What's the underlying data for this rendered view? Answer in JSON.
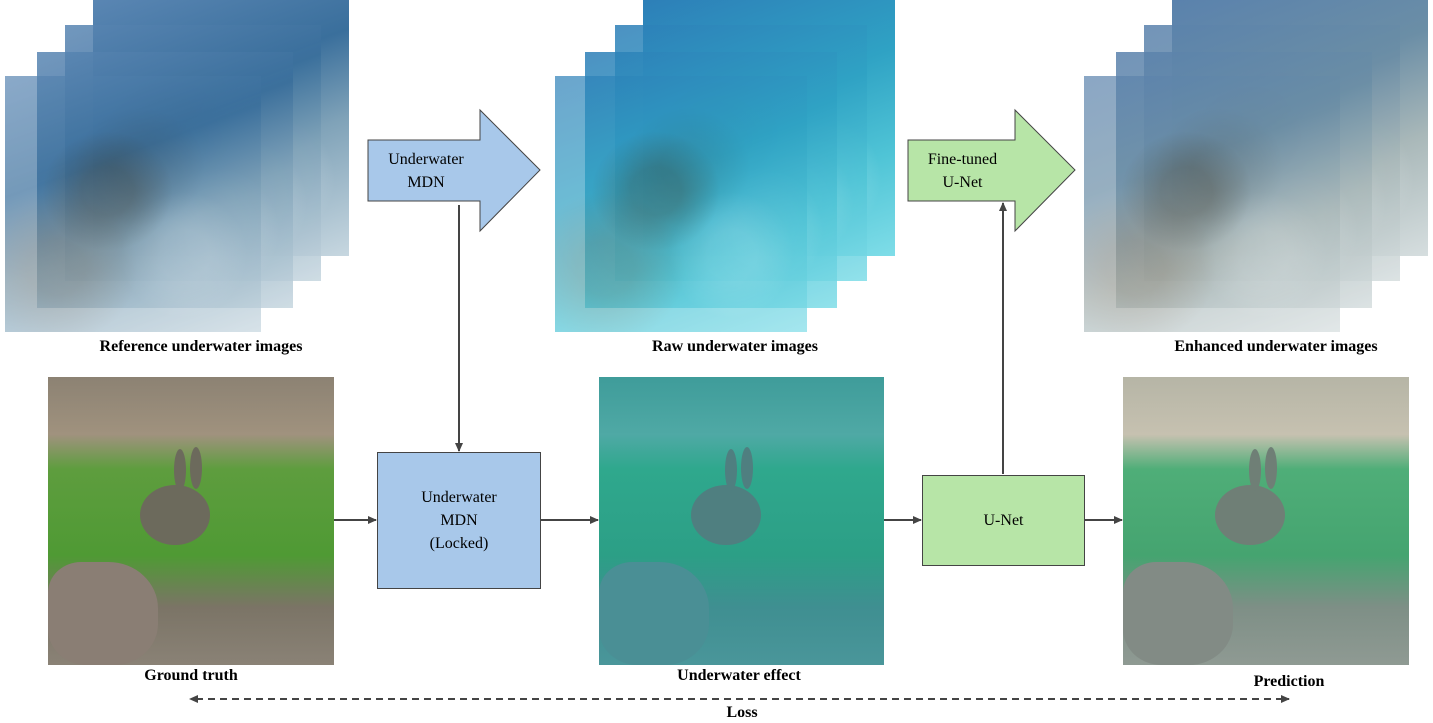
{
  "labels": {
    "reference_images": "Reference underwater images",
    "raw_images": "Raw underwater images",
    "enhanced_images": "Enhanced underwater images",
    "ground_truth": "Ground truth",
    "underwater_effect": "Underwater effect",
    "prediction": "Prediction",
    "loss": "Loss"
  },
  "blocks": {
    "mdn_top": [
      "Underwater",
      "MDN"
    ],
    "unet_top": [
      "Fine-tuned",
      "U-Net"
    ],
    "mdn_locked": [
      "Underwater",
      "MDN",
      "(Locked)"
    ],
    "unet": [
      "U-Net"
    ]
  },
  "colors": {
    "mdn_fill": "#a8c8ea",
    "unet_fill": "#b7e5a7",
    "arrow": "#444444"
  }
}
